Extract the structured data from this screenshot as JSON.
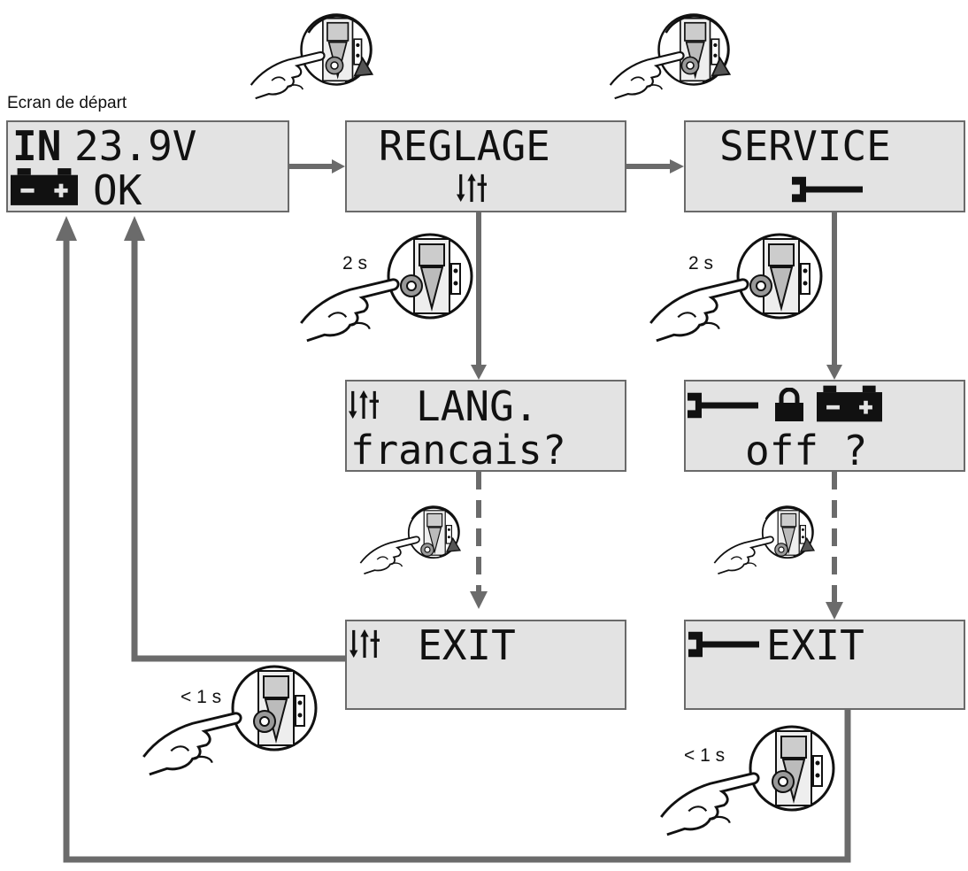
{
  "start_caption": "Ecran de départ",
  "screens": {
    "start": {
      "line1a": "IN",
      "line1b": "23.9V",
      "line2": "OK"
    },
    "reglage": {
      "line1": "REGLAGE"
    },
    "service": {
      "line1": "SERVICE"
    },
    "lang": {
      "line1": "LANG.",
      "line2": "francais?"
    },
    "lock": {
      "line2": "off ?"
    },
    "exit_left": {
      "line1": "EXIT"
    },
    "exit_right": {
      "line1": "EXIT"
    }
  },
  "press_labels": {
    "reglage_long": "2 s",
    "service_long": "2 s",
    "exit_left_short": "< 1 s",
    "exit_right_short": "< 1 s"
  },
  "colors": {
    "lcd_bg": "#e3e3e3",
    "lcd_border": "#6a6a6a",
    "arrow": "#6b6b6b",
    "glyph": "#111111"
  }
}
